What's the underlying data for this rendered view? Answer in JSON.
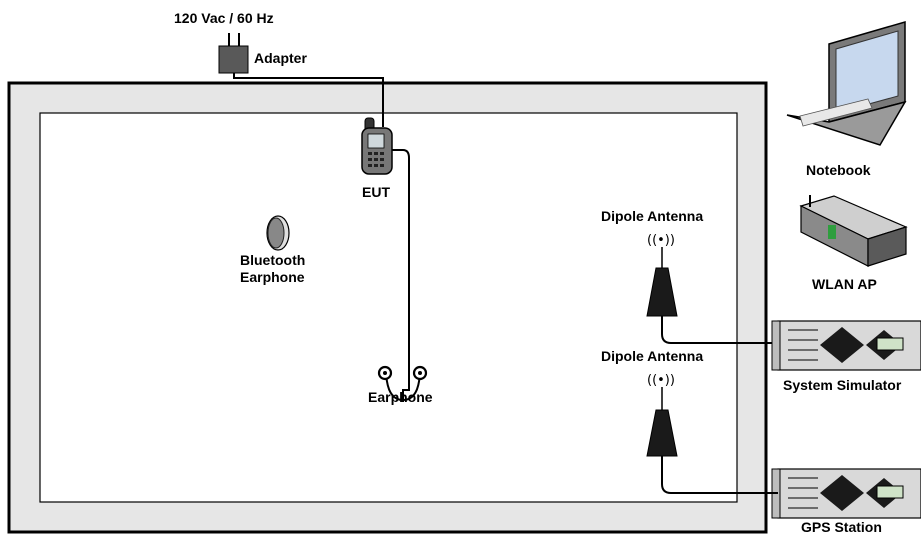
{
  "power": {
    "supply_label": "120 Vac / 60 Hz",
    "adapter_label": "Adapter"
  },
  "devices": {
    "eut_label": "EUT",
    "bt_earphone_line1": "Bluetooth",
    "bt_earphone_line2": "Earphone",
    "earphone_label": "Earphone",
    "antenna1_label": "Dipole Antenna",
    "antenna1_glyph": "((•))",
    "antenna2_label": "Dipole Antenna",
    "antenna2_glyph": "((•))"
  },
  "external": {
    "notebook_label": "Notebook",
    "wlan_ap_label": "WLAN AP",
    "system_simulator_label": "System Simulator",
    "gps_station_label": "GPS Station"
  },
  "colors": {
    "chamber_fill": "#e6e6e6",
    "line": "#000000",
    "device_dark": "#1a1a1a",
    "screen_blue": "#c7d8ee",
    "panel_silver": "#d9d9d9"
  }
}
